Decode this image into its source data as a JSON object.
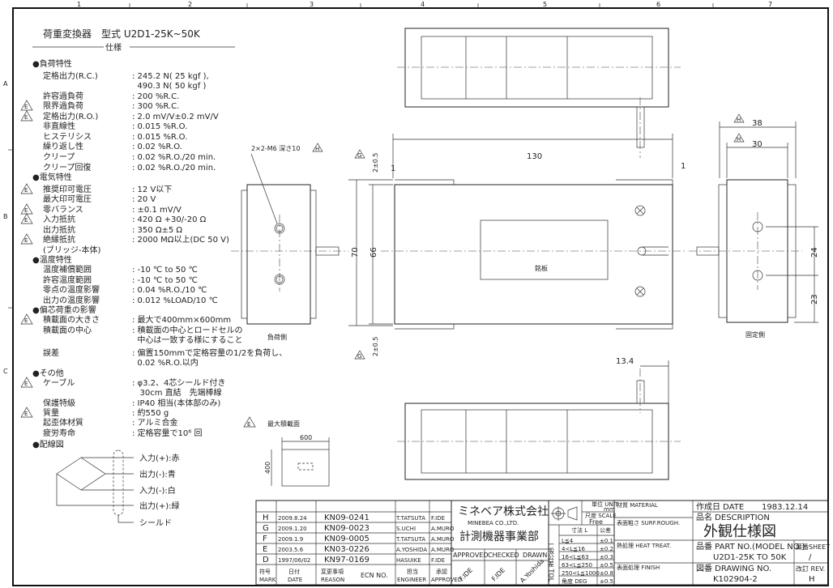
{
  "zones": {
    "columns": [
      "1",
      "2",
      "3",
      "4",
      "5",
      "6",
      "7"
    ],
    "rows": [
      "A",
      "B",
      "C"
    ]
  },
  "header": {
    "title": "荷重変換器　型式 U2D1-25K~50K",
    "subtitle": "仕様"
  },
  "specs": [
    {
      "type": "section",
      "label": "●負荷特性"
    },
    {
      "type": "item",
      "label": "定格出力(R.C.)",
      "value": ": 245.2 N( 25 kgf ),"
    },
    {
      "type": "item",
      "label": "",
      "value": "  490.3 N( 50 kgf )"
    },
    {
      "type": "item",
      "label": "許容過負荷",
      "value": ": 200 %R.C."
    },
    {
      "type": "item",
      "label": "限界過負荷",
      "value": ": 300 %R.C.",
      "rev": "E"
    },
    {
      "type": "item",
      "label": "定格出力(R.O.)",
      "value": ": 2.0 mV/V±0.2 mV/V",
      "rev": "E"
    },
    {
      "type": "item",
      "label": "非直線性",
      "value": ": 0.015 %R.O."
    },
    {
      "type": "item",
      "label": "ヒステリシス",
      "value": ": 0.015 %R.O."
    },
    {
      "type": "item",
      "label": "繰り返し性",
      "value": ": 0.02 %R.O."
    },
    {
      "type": "item",
      "label": "クリープ",
      "value": ": 0.02 %R.O./20 min."
    },
    {
      "type": "item",
      "label": "クリープ回復",
      "value": ": 0.02 %R.O./20 min."
    },
    {
      "type": "section",
      "label": "●電気特性"
    },
    {
      "type": "item",
      "label": "推奨印可電圧",
      "value": ": 12 V以下",
      "rev": "E"
    },
    {
      "type": "item",
      "label": "最大印可電圧",
      "value": ": 20 V"
    },
    {
      "type": "item",
      "label": "零バランス",
      "value": ": ±0.1 mV/V",
      "rev": "E"
    },
    {
      "type": "item",
      "label": "入力抵抗",
      "value": ": 420 Ω +30/-20 Ω",
      "rev": "E"
    },
    {
      "type": "item",
      "label": "出力抵抗",
      "value": ": 350 Ω±5 Ω"
    },
    {
      "type": "item",
      "label": "絶縁抵抗",
      "value": ": 2000 MΩ以上(DC 50 V)",
      "rev": "E"
    },
    {
      "type": "item",
      "label": "(ブリッジ-本体)",
      "value": ""
    },
    {
      "type": "section",
      "label": "●温度特性"
    },
    {
      "type": "item",
      "label": "温度補償範囲",
      "value": ": -10 ℃ to 50 ℃"
    },
    {
      "type": "item",
      "label": "許容温度範囲",
      "value": ": -10 ℃ to 50 ℃"
    },
    {
      "type": "item",
      "label": "零点の温度影響",
      "value": ": 0.04 %R.O./10 ℃"
    },
    {
      "type": "item",
      "label": "出力の温度影響",
      "value": ": 0.012 %LOAD/10 ℃"
    },
    {
      "type": "section",
      "label": "●偏芯荷重の影響"
    },
    {
      "type": "item",
      "label": "積載面の大きさ",
      "value": ": 最大で400mm×600mm",
      "rev": "E"
    },
    {
      "type": "item",
      "label": "積載面の中心",
      "value": ": 積載面の中心とロードセルの"
    },
    {
      "type": "item",
      "label": "",
      "value": "  中心は一致する様にすること"
    },
    {
      "type": "item",
      "label": "誤差",
      "value": ": 偏置150mmで定格容量の1/2を負荷し、"
    },
    {
      "type": "item",
      "label": "",
      "value": "  0.02 %R.O.以内"
    },
    {
      "type": "section",
      "label": "●その他"
    },
    {
      "type": "item",
      "label": "ケーブル",
      "value": ": φ3.2、4芯シールド付き",
      "rev": "E"
    },
    {
      "type": "item",
      "label": "",
      "value": "   30cm 直結　先端棒線"
    },
    {
      "type": "item",
      "label": "保護特級",
      "value": ": IP40 相当(本体部のみ)"
    },
    {
      "type": "item",
      "label": "質量",
      "value": ": 約550 g",
      "rev": "E"
    },
    {
      "type": "item",
      "label": "起歪体材質",
      "value": ": アルミ合金"
    },
    {
      "type": "item",
      "label": "疲労寿命",
      "value": ": 定格容量で10⁶ 回"
    },
    {
      "type": "section",
      "label": "●配線図"
    }
  ],
  "wiring": {
    "in_plus": "入力(+):赤",
    "out_minus": "出力(-):青",
    "in_minus": "入力(-):白",
    "out_plus": "出力(+):緑",
    "shield": "シールド"
  },
  "drawing": {
    "tap_note": "2×2-M6 深さ10",
    "rev_h": "H",
    "rev_g": "G",
    "rev_e": "E",
    "load_side": "負荷側",
    "fixed_side": "固定側",
    "nameplate": "銘板",
    "dim_130": "130",
    "dim_1": "1",
    "dim_70": "70",
    "dim_66": "66",
    "dim_tol": "2±0.5",
    "dim_38": "38",
    "dim_30": "30",
    "dim_24": "24",
    "dim_23": "23",
    "dim_13_4": "13.4",
    "max_area_label": "最大積載面",
    "dim_600": "600",
    "dim_400": "400"
  },
  "revisions": [
    {
      "mark": "H",
      "date": "2009.8.24",
      "ecn": "KN09-0241",
      "engineer": "T.TATSUTA",
      "approved": "F.IDE"
    },
    {
      "mark": "G",
      "date": "2009.1.20",
      "ecn": "KN09-0023",
      "engineer": "S.UCHI",
      "approved": "A.MURO"
    },
    {
      "mark": "F",
      "date": "2009.1.9",
      "ecn": "KN09-0005",
      "engineer": "T.TATSUTA",
      "approved": "A.MURO"
    },
    {
      "mark": "E",
      "date": "2003.5.6",
      "ecn": "KN03-0226",
      "engineer": "A.YOSHIDA",
      "approved": "A.MURO"
    },
    {
      "mark": "D",
      "date": "1997/06/02",
      "ecn": "KN97-0169",
      "engineer": "HASUIKE",
      "approved": "F.IDE"
    }
  ],
  "rev_headers": {
    "mark_jp": "符号",
    "mark": "MARK",
    "date_jp": "日付",
    "date": "DATE",
    "reason_jp": "変更事項",
    "reason": "REASON",
    "ecn": "ECN NO.",
    "eng_jp": "担当",
    "eng": "ENGINEER",
    "appr_jp": "承認",
    "appr": "APPROVED"
  },
  "company": {
    "name_jp": "ミネベア株式会社",
    "name_en": "MINEBEA CO.,LTD.",
    "division": "計測機器事業部"
  },
  "signoff": {
    "approved_label": "APPROVED",
    "checked_label": "CHECKED",
    "drawn_label": "DRAWN",
    "approved": "F.IDE",
    "checked": "F.IDE",
    "drawn": "A.Yoshida"
  },
  "unit": {
    "label": "単位 UNIT",
    "value": "mm",
    "scale_label": "尺度 SCALE",
    "scale": "Free"
  },
  "tolerance": {
    "side": "一般公差 TOL",
    "size_header": "寸法 L",
    "tol_header": "公差",
    "rows": [
      {
        "range": "L≦4",
        "tol": "±0.1"
      },
      {
        "range": "4<L≦16",
        "tol": "±0.2"
      },
      {
        "range": "16<L≦63",
        "tol": "±0.3"
      },
      {
        "range": "63<L≦250",
        "tol": "±0.5"
      },
      {
        "range": "250<L≦1000",
        "tol": "±0.8"
      },
      {
        "range": "角度 DEG",
        "tol": "±0.5"
      }
    ]
  },
  "title_block": {
    "material": "材質 MATERIAL",
    "surf": "表面粗さ SURF.ROUGH.",
    "heat": "熱処理 HEAT TREAT.",
    "finish": "表面処理 FINISH",
    "date_label": "作成日 DATE",
    "date": "1983.12.14",
    "desc_label": "品名 DESCRIPTION",
    "desc": "外観仕様図",
    "part_label": "品番 PART NO.(MODEL NO.)",
    "part": "U2D1-25K TO 50K",
    "sheet_label": "葉番SHEET",
    "sheet": "/",
    "drawing_label": "図番 DRAWING NO.",
    "drawing": "K102904-2",
    "rev_label": "改訂 REV.",
    "rev": "H"
  }
}
